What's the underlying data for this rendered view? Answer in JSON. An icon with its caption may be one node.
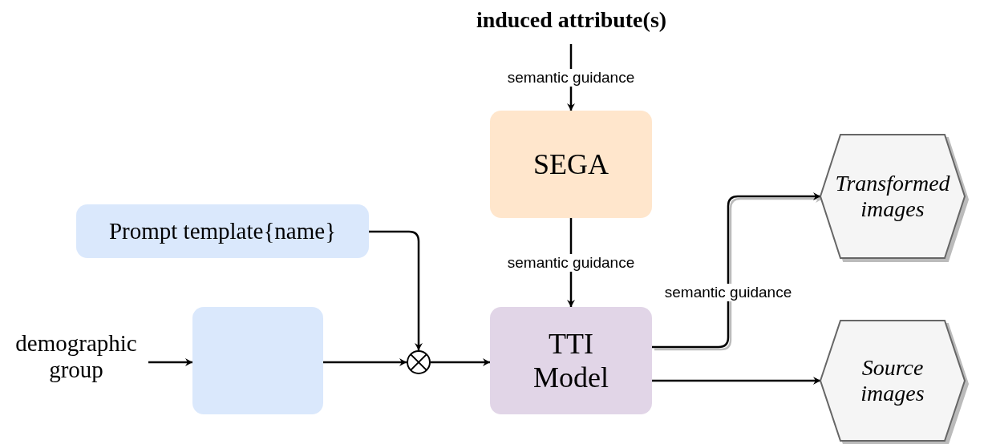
{
  "diagram": {
    "nodes": [
      {
        "text": [
          "induced attribute(s)"
        ]
      },
      {
        "text": [
          "SEGA"
        ]
      },
      {
        "text": [
          "Prompt template{name}"
        ]
      },
      {
        "text": [
          "demographic group"
        ]
      },
      {
        "text": [],
        "shape": "box"
      },
      {
        "text": [],
        "shape": "circle"
      },
      {
        "text": [
          "TTI Model"
        ]
      },
      {
        "text": [
          "Transformed images"
        ]
      },
      {
        "text": [
          "Source images"
        ]
      }
    ],
    "edges": [
      {
        "from": 0,
        "to": 1,
        "arrow": "to",
        "label": "semantic guidance"
      },
      {
        "from": 1,
        "to": 6,
        "arrow": "to",
        "label": "semantic guidance"
      },
      {
        "from": 2,
        "to": 5,
        "arrow": "to"
      },
      {
        "from": 3,
        "to": 4,
        "arrow": "to"
      },
      {
        "from": 4,
        "to": 5,
        "arrow": "to"
      },
      {
        "from": 5,
        "to": 6,
        "arrow": "to"
      },
      {
        "from": 6,
        "to": 7,
        "arrow": "to",
        "label": "semantic guidance"
      },
      {
        "from": 6,
        "to": 8,
        "arrow": "to"
      }
    ]
  }
}
